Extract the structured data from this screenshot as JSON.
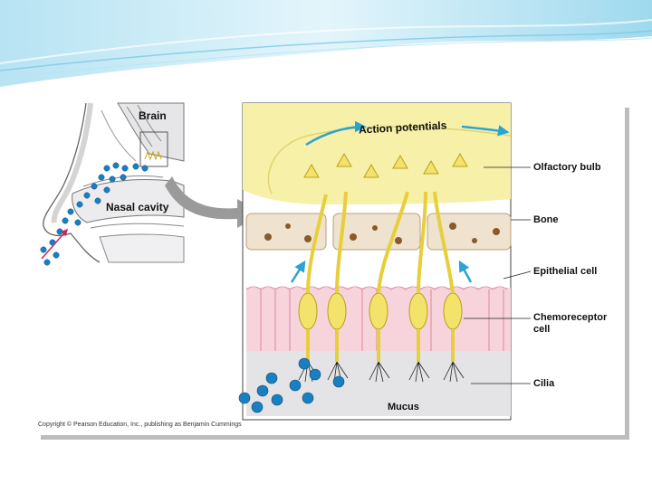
{
  "slide": {
    "accent_color": "#2aa3d4",
    "wave_color": "#cfeef8"
  },
  "figure": {
    "labels": {
      "brain": "Brain",
      "nasal_cavity": "Nasal cavity",
      "action_potentials": "Action potentials",
      "olfactory_bulb": "Olfactory bulb",
      "bone": "Bone",
      "epithelial_cell": "Epithelial cell",
      "chemoreceptor_cell": "Chemoreceptor\ncell",
      "cilia": "Cilia",
      "mucus": "Mucus"
    },
    "copyright": "Copyright © Pearson Education, Inc., publishing as Benjamin Cummings",
    "colors": {
      "bulb_yellow": "#f6f0a8",
      "neuron_yellow": "#f4e36a",
      "bone_tan": "#efe3cf",
      "epithelium_pink": "#f7d3dc",
      "mucus_gray": "#e4e4e6",
      "odorant_blue": "#1a7fc0",
      "arrow_gray": "#9a9a9a"
    }
  }
}
